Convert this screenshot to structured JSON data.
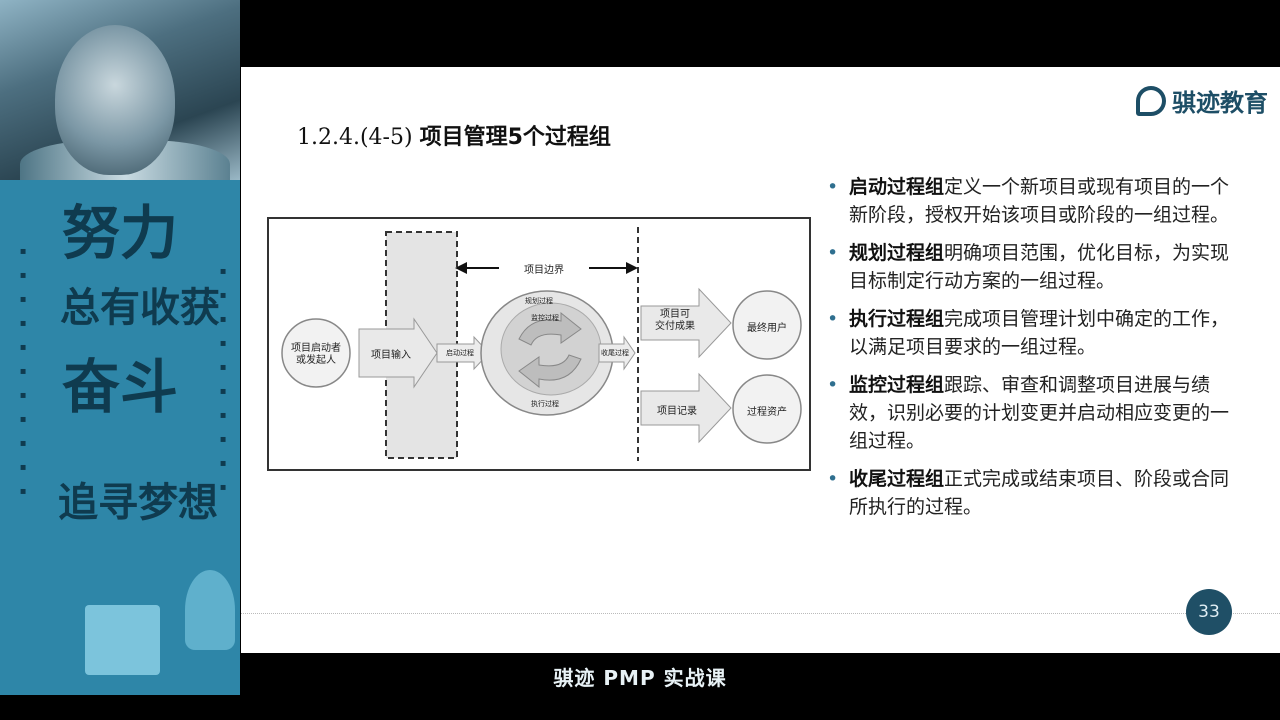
{
  "banner": {
    "line1": "努力",
    "line2": "总有收获",
    "line3": "奋斗",
    "line4": "追寻梦想"
  },
  "slide": {
    "logo_text": "骐迹教育",
    "title_num": "1.2.4.(4-5)",
    "title_main": "项目管理5个过程组",
    "diagram": {
      "boundary_label": "项目边界",
      "initiator": "项目启动者\n或发起人",
      "input": "项目输入",
      "start": "启动过程",
      "planning": "规划过程",
      "monitor": "监控过程",
      "executing": "执行过程",
      "closing": "收尾过程",
      "deliverables": "项目可\n交付成果",
      "end_users": "最终用户",
      "records": "项目记录",
      "process_assets": "过程资产"
    },
    "bullets": [
      {
        "term": "启动过程组",
        "desc": "定义一个新项目或现有项目的一个新阶段，授权开始该项目或阶段的一组过程。"
      },
      {
        "term": "规划过程组",
        "desc": "明确项目范围，优化目标，为实现目标制定行动方案的一组过程。"
      },
      {
        "term": "执行过程组",
        "desc": "完成项目管理计划中确定的工作，以满足项目要求的一组过程。"
      },
      {
        "term": "监控过程组",
        "desc": "跟踪、审查和调整项目进展与绩效，识别必要的计划变更并启动相应变更的一组过程。"
      },
      {
        "term": "收尾过程组",
        "desc": "正式完成或结束项目、阶段或合同所执行的过程。"
      }
    ],
    "page_number": "33"
  },
  "caption": "骐迹 PMP 实战课"
}
